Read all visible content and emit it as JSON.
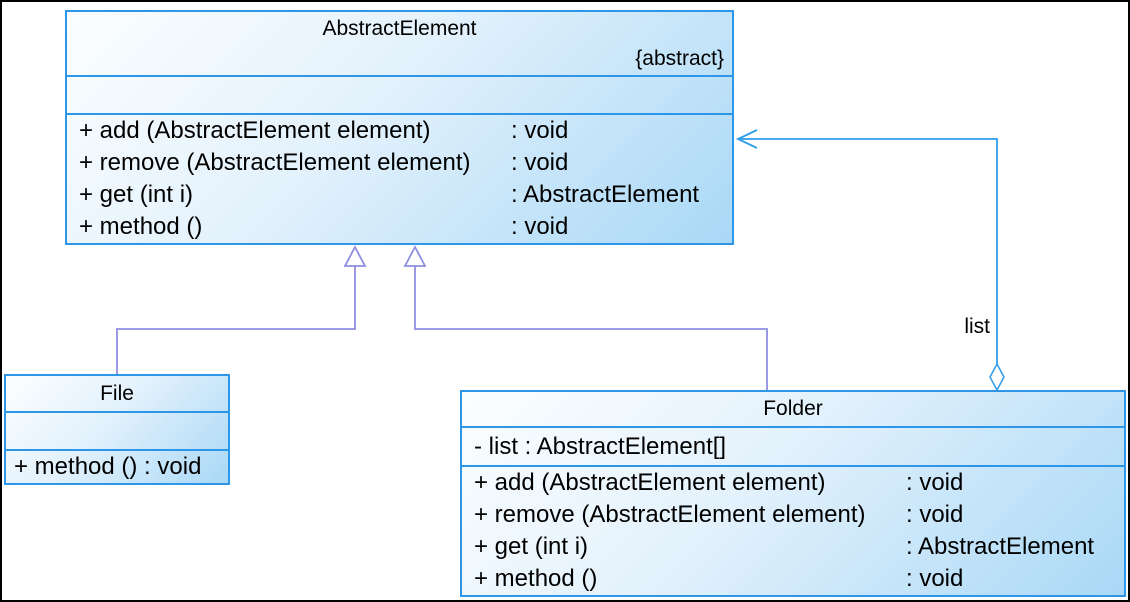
{
  "diagram": {
    "type": "uml-class-diagram",
    "colors": {
      "box_border": "#2e96e6",
      "box_fill_top": "#fcfeff",
      "box_fill_bottom": "#a9d8f6",
      "generalization_line": "#8f8fe0",
      "aggregation_line": "#2f9cea",
      "text": "#000000",
      "frame": "#000000"
    },
    "classes": [
      {
        "name": "AbstractElement",
        "stereotype": "{abstract}",
        "attributes": [],
        "operations": [
          {
            "signature": "+ add (AbstractElement element)",
            "returns": ": void"
          },
          {
            "signature": "+ remove (AbstractElement element)",
            "returns": ": void"
          },
          {
            "signature": "+ get (int i)",
            "returns": ": AbstractElement"
          },
          {
            "signature": "+ method ()",
            "returns": ": void"
          }
        ]
      },
      {
        "name": "File",
        "stereotype": "",
        "attributes": [],
        "operations": [
          {
            "signature": "+ method () : void",
            "returns": ""
          }
        ]
      },
      {
        "name": "Folder",
        "stereotype": "",
        "attributes": [
          "- list : AbstractElement[]"
        ],
        "operations": [
          {
            "signature": "+ add (AbstractElement element)",
            "returns": ": void"
          },
          {
            "signature": "+ remove (AbstractElement element)",
            "returns": ": void"
          },
          {
            "signature": "+ get (int i)",
            "returns": ": AbstractElement"
          },
          {
            "signature": "+ method ()",
            "returns": ": void"
          }
        ]
      }
    ],
    "relations": [
      {
        "type": "generalization",
        "from": "File",
        "to": "AbstractElement",
        "label": ""
      },
      {
        "type": "generalization",
        "from": "Folder",
        "to": "AbstractElement",
        "label": ""
      },
      {
        "type": "aggregation",
        "from": "Folder",
        "to": "AbstractElement",
        "label": "list"
      }
    ]
  }
}
